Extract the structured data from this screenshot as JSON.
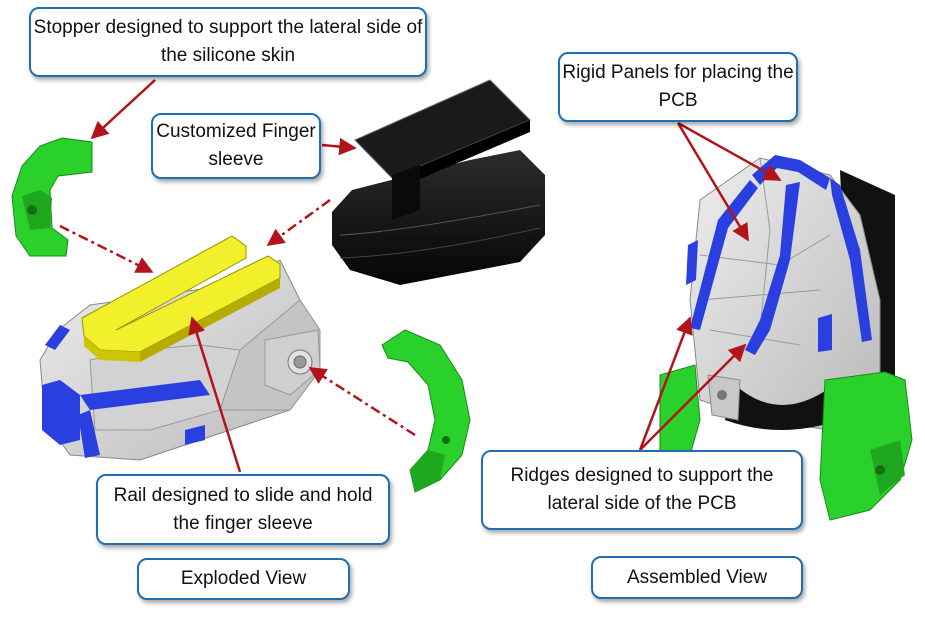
{
  "callouts": {
    "stopper": "Stopper designed to support the lateral side of the silicone skin",
    "sleeve": "Customized Finger sleeve",
    "rail": "Rail designed to slide and hold the finger sleeve",
    "exploded": "Exploded View",
    "panels": "Rigid Panels for placing the PCB",
    "ridges": "Ridges designed to support the lateral side of the PCB",
    "assembled": "Assembled View"
  },
  "colors": {
    "border": "#1f6fb3",
    "arrow": "#b3141b",
    "rail": "#f2ef2b",
    "stopper": "#2bd12b",
    "ridge": "#2a3fe0",
    "body": "#d8d8d8",
    "sleeve": "#111111"
  }
}
